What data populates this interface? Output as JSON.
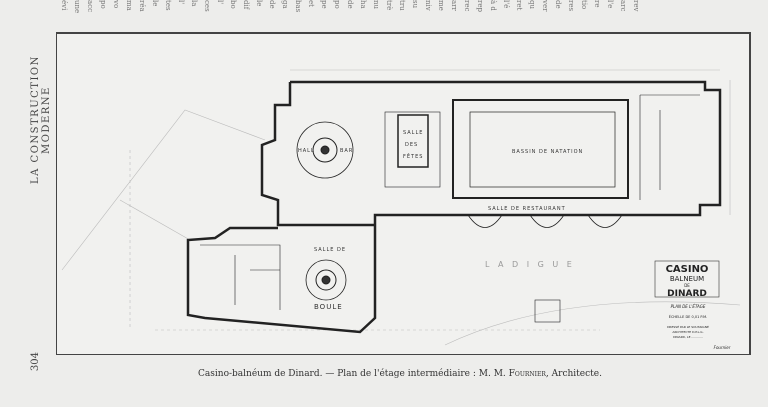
{
  "running_head": "LA CONSTRUCTION MODERNE",
  "page_number": "304",
  "adjacent_page_fragments": [
    "évi",
    "une",
    "acc",
    "po",
    "vo",
    "ma",
    "réa",
    "le",
    "tes",
    "l'",
    "la",
    "ces",
    "l'",
    "bo",
    "dif",
    "le",
    "de",
    "ga",
    "bas",
    "et",
    "pe",
    "po",
    "de",
    "ha",
    "nu",
    "trè",
    "tru",
    "su",
    "niv",
    "me",
    "arr",
    "rec",
    "rep",
    "à d",
    "l'é",
    "ret",
    "qu",
    "ver",
    "de",
    "res",
    "tio",
    "re",
    "l'e",
    "arc",
    "rev"
  ],
  "plan": {
    "rooms": {
      "hall": "HALL",
      "bar": "BAR",
      "salle_des_fetes": [
        "SALLE",
        "DES",
        "FÊTES"
      ],
      "bassin": "BASSIN   DE   NATATION",
      "restaurant": "SALLE   DE   RESTAURANT",
      "salle_de": "SALLE DE",
      "boule": "BOULE",
      "digue": "L A   D I G U E"
    },
    "title_block": {
      "line1": "CASINO",
      "line2": "BALNEUM",
      "line3": "DE",
      "line4": "DINARD",
      "subtitle": "PLAN DE L'ÉTAGE",
      "scale": "ÉCHELLE DE 0,01 P.M.",
      "notes": [
        "DRESSÉ PAR LE SOUSSIGNÉ",
        "ARCHITECTE D.P.L.G.",
        "DINARD, LE ............"
      ],
      "signature": "Fournier"
    }
  },
  "caption": {
    "text": "Casino-balnéum de Dinard. — Plan de l'étage intermédiaire :  M. M. ",
    "author": "Fournier",
    "suffix": ", Architecte."
  }
}
